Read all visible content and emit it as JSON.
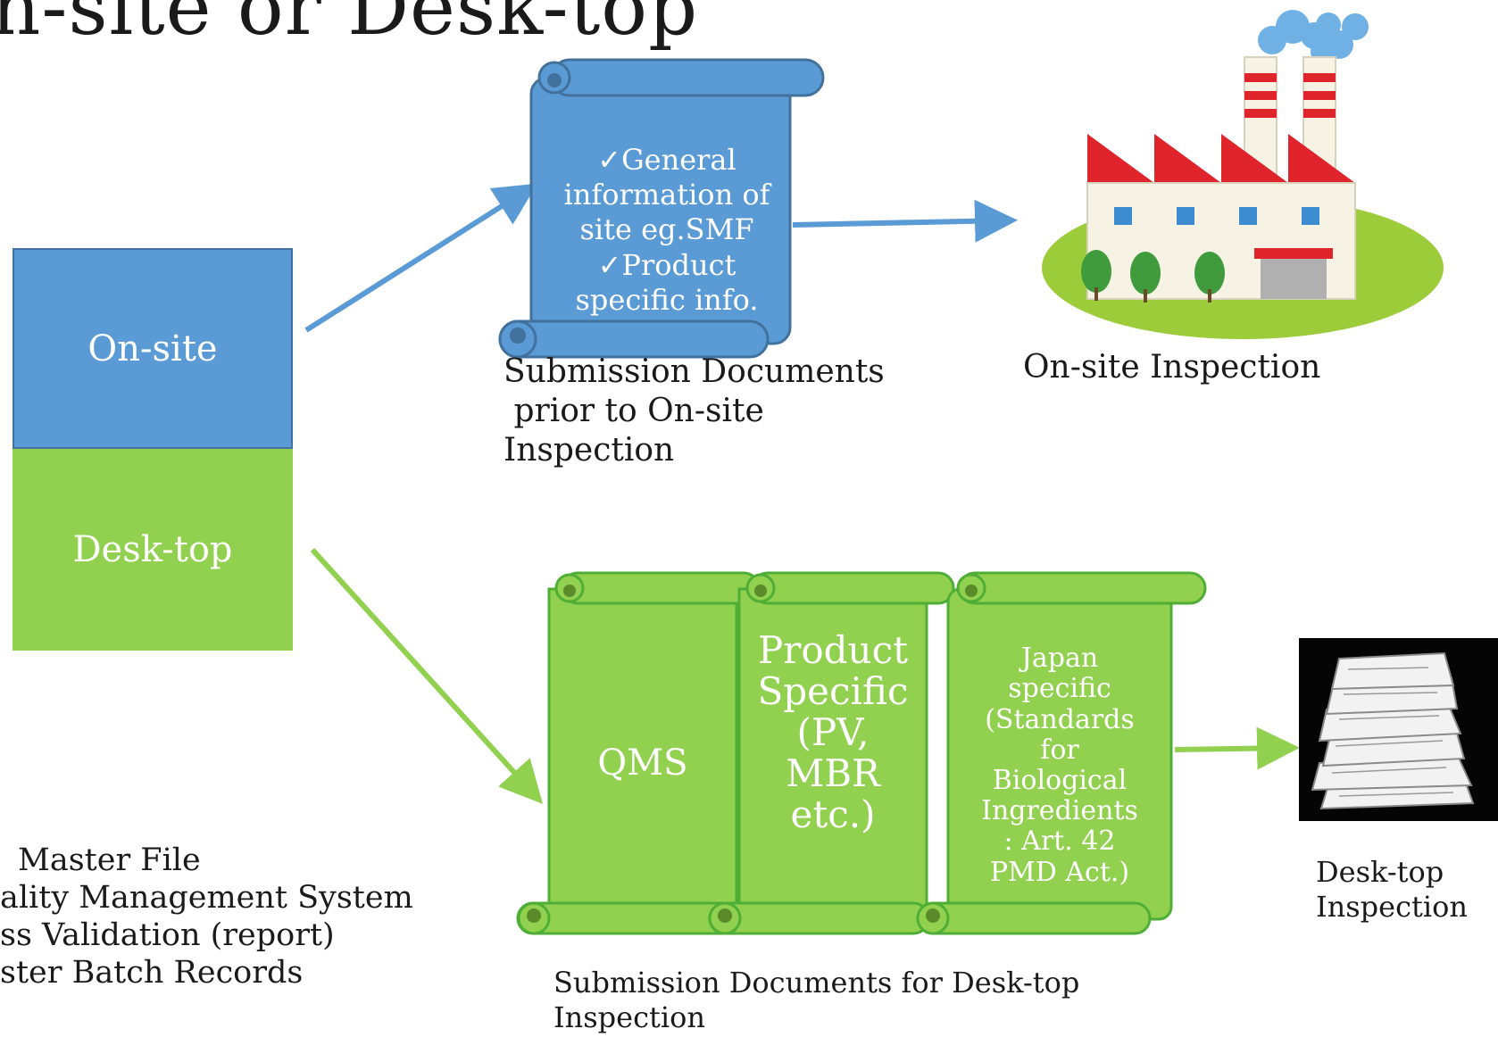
{
  "title": "n-site or Desk-top",
  "modes": {
    "onsite_label": "On-site",
    "desktop_label": "Desk-top"
  },
  "onsite_scroll": {
    "lines": [
      "✓General",
      "information of",
      "site eg.SMF",
      "✓Product",
      "specific info."
    ]
  },
  "onsite_caption": {
    "lines": [
      "Submission Documents",
      " prior to On-site",
      "Inspection"
    ]
  },
  "factory_caption": "On-site Inspection",
  "desktop_scrolls": [
    {
      "lines": [
        "QMS"
      ]
    },
    {
      "lines": [
        "Product",
        "Specific",
        "(PV,",
        "MBR",
        "etc.)"
      ]
    },
    {
      "lines": [
        "Japan",
        "specific",
        "(Standards",
        "for",
        "Biological",
        "Ingredients",
        ": Art. 42",
        "PMD Act.)"
      ]
    }
  ],
  "desktop_caption": {
    "lines": [
      "Submission Documents for Desk-top",
      "Inspection"
    ]
  },
  "papers_caption": {
    "lines": [
      "Desk-top",
      "Inspection"
    ]
  },
  "legend": [
    "Master File",
    "ality Management System",
    "ss Validation (report)",
    "ster Batch Records"
  ],
  "colors": {
    "blue_fill": "#5b9bd5",
    "blue_stroke": "#41719c",
    "green_fill": "#92d050",
    "green_stroke": "#4eae35",
    "factory_red": "#e0242b",
    "factory_wall": "#f6f2e4",
    "grass": "#9ccc3a"
  },
  "icons": [
    "factory-icon",
    "paper-pile-icon",
    "scroll-icon"
  ]
}
